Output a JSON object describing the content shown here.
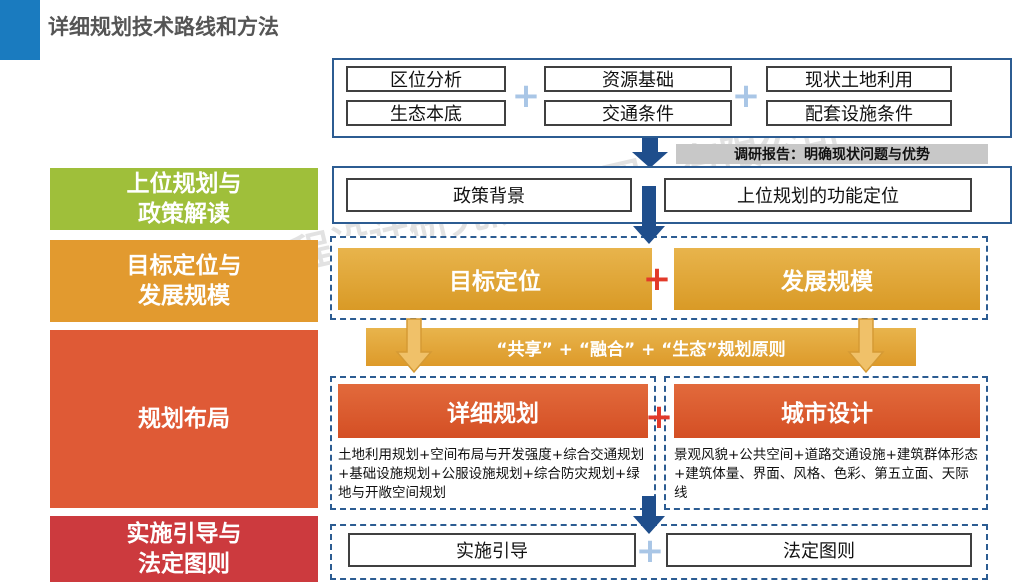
{
  "title": "详细规划技术路线和方法",
  "top": {
    "boxes": [
      "区位分析",
      "生态本底",
      "资源基础",
      "交通条件",
      "现状土地利用",
      "配套设施条件"
    ],
    "report": "调研报告：明确现状问题与优势"
  },
  "stages": [
    "上位规划与\n政策解读",
    "目标定位与\n发展规模",
    "规划布局",
    "实施引导与\n法定图则"
  ],
  "policy": {
    "left": "政策背景",
    "right": "上位规划的功能定位"
  },
  "goal": {
    "left": "目标定位",
    "right": "发展规模"
  },
  "principle": "“共享” + “融合” + “生态”规划原则",
  "layout": {
    "left_title": "详细规划",
    "left_desc": "土地利用规划+空间布局与开发强度+综合交通规划+基础设施规划+公服设施规划+综合防灾规划+绿地与开敞空间规划",
    "right_title": "城市设计",
    "right_desc": "景观风貌+公共空间+道路交通设施+建筑群体形态+建筑体量、界面、风格、色彩、第五立面、天际线"
  },
  "impl": {
    "left": "实施引导",
    "right": "法定图则"
  },
  "watermark": "昆明市政工程设计研究院（集团）有限公司",
  "plus": "+",
  "colors": {
    "accent_blue": "#1a7bbf",
    "frame": "#2c5c92",
    "stage1": "#9fbf3a",
    "stage2": "#e29a2f",
    "stage3": "#df5a36",
    "stage4": "#cc3a3e",
    "gold": "#e0a53a",
    "red": "#dc5a2e",
    "plus_light": "#a9c6e6",
    "plus_red": "#e23a2a"
  }
}
